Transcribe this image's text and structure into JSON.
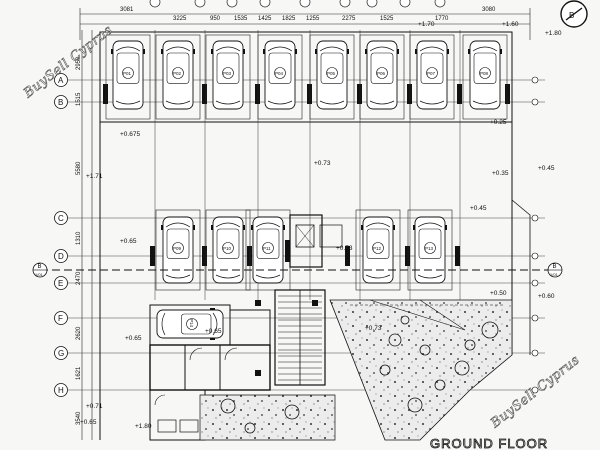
{
  "watermark": "BuySell Cyprus",
  "drawing_title": "GROUND FLOOR",
  "grid_rows": [
    "A",
    "B",
    "C",
    "D",
    "E",
    "F",
    "G",
    "H"
  ],
  "section_marker": "B",
  "section_ref": "1/01",
  "top_dimensions": [
    "3081",
    "3225",
    "950",
    "1535",
    "1425",
    "1825",
    "1255",
    "2275",
    "1525",
    "1770",
    "3080"
  ],
  "left_dimensions": [
    "2950",
    "1515",
    "5580",
    "1310",
    "2470",
    "2620",
    "1621",
    "3540"
  ],
  "parking_top": [
    "P01",
    "P02",
    "P03",
    "P04",
    "P05",
    "P06",
    "P07",
    "P08"
  ],
  "parking_mid": [
    "P09",
    "P10",
    "P11",
    "P12",
    "P13"
  ],
  "parking_garage": "P14",
  "levels": {
    "l1": "+0.675",
    "l2": "+0.73",
    "l3": "+0.65",
    "l4": "+0.65",
    "l5": "+0.73",
    "l6": "+0.45",
    "l7": "+0.50",
    "l8": "+0.35",
    "l9": "+0.25",
    "l10": "+1.70",
    "l11": "+1.80",
    "l12": "+0.45",
    "l13": "+0.60",
    "l14": "+0.73",
    "l15": "+1.71",
    "l16": "+0.71",
    "l17": "+0.65",
    "l18": "+1.80",
    "l19": "+1.60",
    "l20": "+0.65"
  }
}
